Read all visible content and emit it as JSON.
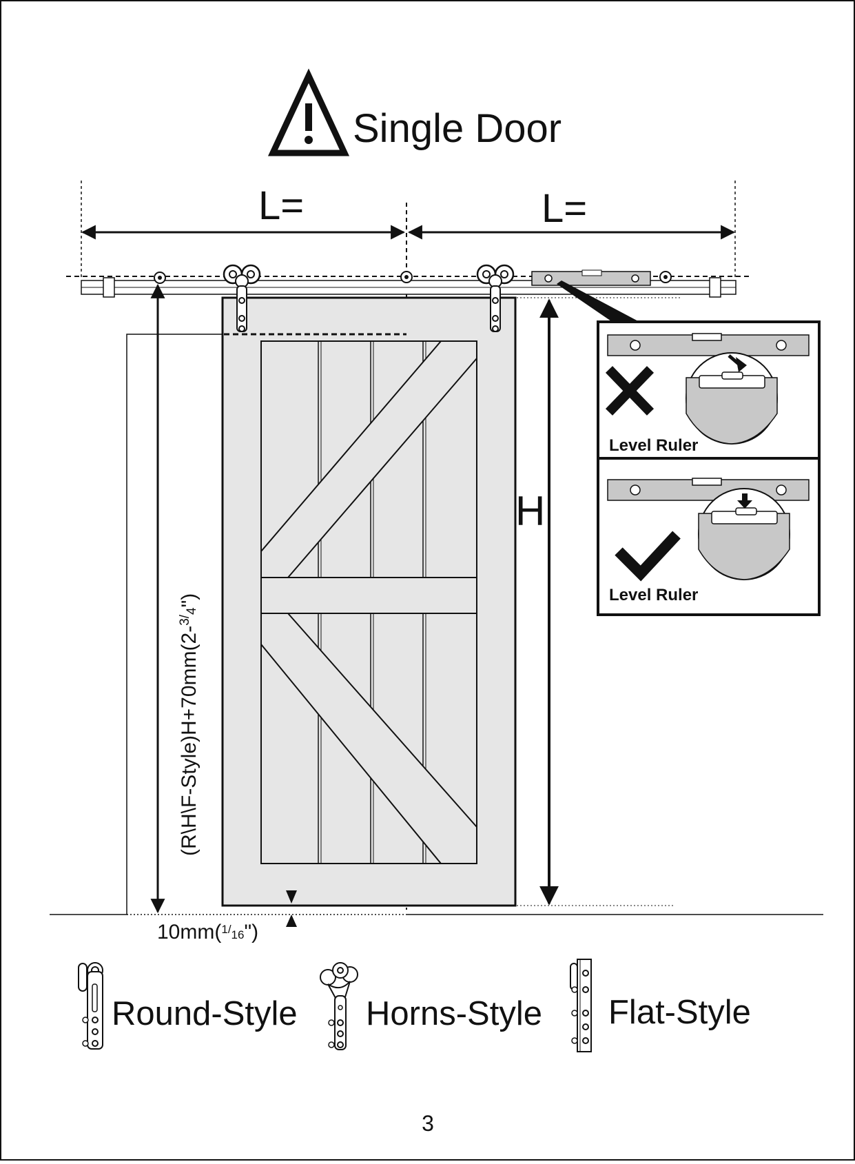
{
  "title": "Single Door",
  "dimensions": {
    "left_width_label": "L=",
    "right_width_label": "L=",
    "height_label": "H",
    "rail_height_text": "(R\\H\\F-Style)H+70mm(2-",
    "rail_height_frac_num": "3",
    "rail_height_frac_den": "4",
    "rail_height_close": "\")",
    "floor_gap_text": "10mm(",
    "floor_gap_frac_num": "1",
    "floor_gap_frac_den": "16",
    "floor_gap_close": "\")"
  },
  "level_panel": {
    "wrong_label": "Level Ruler",
    "correct_label": "Level Ruler",
    "wrong_icon": "cross-icon",
    "correct_icon": "check-icon"
  },
  "styles": [
    {
      "name": "Round-Style",
      "icon": "round-hanger-icon"
    },
    {
      "name": "Horns-Style",
      "icon": "horns-hanger-icon"
    },
    {
      "name": "Flat-Style",
      "icon": "flat-hanger-icon"
    }
  ],
  "page_number": "3",
  "colors": {
    "door_fill": "#e6e6e6",
    "ruler_fill": "#c8c8c8",
    "ink": "#111111"
  }
}
